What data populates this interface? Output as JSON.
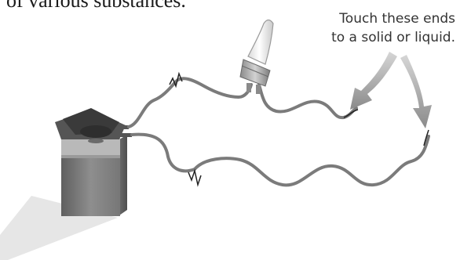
{
  "diagram": {
    "top_text": "of various substances.",
    "callout_line1": "Touch these ends",
    "callout_line2": "to a solid or liquid.",
    "colors": {
      "wire": "#7b7b7b",
      "arrow": "#8f8f8f",
      "battery_body": "#8c8c8c",
      "battery_top": "#3e3e3e",
      "bulb_glass": "#f4f4f4",
      "shadow": "#e4e4e4",
      "text": "#333333"
    }
  }
}
